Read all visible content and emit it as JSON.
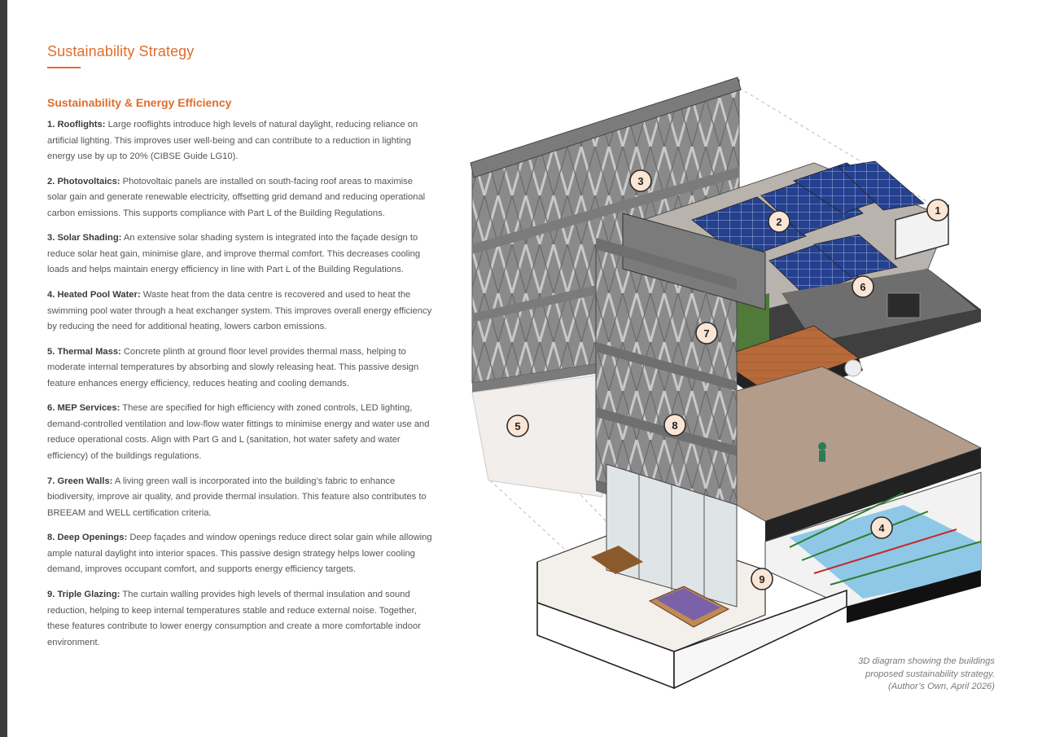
{
  "page": {
    "title": "Sustainability Strategy",
    "section_heading": "Sustainability & Energy Efficiency"
  },
  "items": [
    {
      "label": "1. Rooflights:",
      "text": " Large rooflights introduce high levels of natural daylight, reducing reliance on artificial lighting. This improves user well-being and can contribute to a reduction in lighting energy use by up to 20% (CIBSE Guide LG10)."
    },
    {
      "label": "2. Photovoltaics:",
      "text": " Photovoltaic panels are installed on south-facing roof areas to maximise solar gain and generate renewable electricity, offsetting grid demand and reducing operational carbon emissions. This supports compliance with Part L of the Building Regulations."
    },
    {
      "label": "3. Solar Shading:",
      "text": " An extensive solar shading system is integrated into the façade design to reduce solar heat gain, minimise glare, and improve thermal comfort. This decreases cooling loads and helps maintain energy efficiency in line with Part L of the Building Regulations."
    },
    {
      "label": "4. Heated Pool Water:",
      "text": " Waste heat from the data centre is recovered and used to heat the swimming pool water through a heat exchanger system. This improves overall energy efficiency by reducing the need for additional heating, lowers carbon emissions."
    },
    {
      "label": "5. Thermal Mass:",
      "text": " Concrete plinth at ground floor level provides thermal mass, helping to moderate internal temperatures by absorbing and slowly releasing heat. This passive design feature enhances energy efficiency, reduces heating and cooling demands."
    },
    {
      "label": "6. MEP Services:",
      "text": " These are specified for high efficiency with zoned controls, LED lighting, demand-controlled ventilation and low-flow water fittings to minimise energy and water use and reduce operational costs. Align with Part G and L (sanitation, hot water safety and water efficiency) of the buildings regulations."
    },
    {
      "label": "7. Green Walls:",
      "text": " A living green wall is incorporated into the building’s fabric to enhance biodiversity, improve air quality, and provide thermal insulation. This feature also contributes to BREEAM and WELL certification criteria."
    },
    {
      "label": "8. Deep Openings:",
      "text": " Deep façades and window openings reduce direct solar gain while allowing ample natural daylight into interior spaces. This passive design strategy helps lower cooling demand, improves occupant comfort, and supports energy efficiency targets."
    },
    {
      "label": "9. Triple Glazing:",
      "text": " The curtain walling provides high levels of thermal insulation and sound reduction, helping to keep internal temperatures stable and reduce external noise. Together, these features contribute to lower energy consumption and create a more comfortable indoor environment."
    }
  ],
  "diagram": {
    "markers": [
      "1",
      "2",
      "3",
      "4",
      "5",
      "6",
      "7",
      "8",
      "9"
    ]
  },
  "caption": {
    "line1": "3D diagram showing the buildings",
    "line2": "proposed sustainability strategy.",
    "line3": "(Author’s Own, April 2026)"
  },
  "colors": {
    "accent": "#e06d2c",
    "marker_fill": "#fbe6d6",
    "pv_panel": "#24408f",
    "pool_water": "#8ec8e6",
    "timber": "#b86a3a"
  }
}
